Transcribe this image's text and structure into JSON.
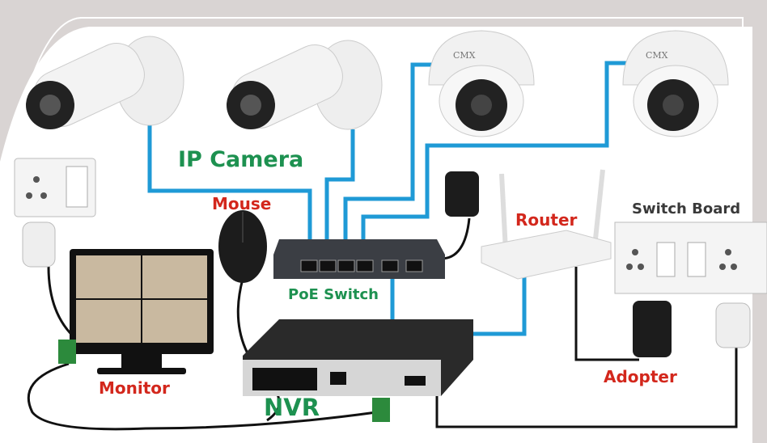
{
  "labels": {
    "ip_camera": "IP Camera",
    "mouse": "Mouse",
    "router": "Router",
    "switch_board": "Switch Board",
    "poe_switch": "PoE Switch",
    "monitor": "Monitor",
    "nvr": "NVR",
    "adopter": "Adopter"
  },
  "camera_brand": "CMX",
  "colors": {
    "background": "#d9d4d3",
    "panel": "#ffffff",
    "network_cable": "#1f9ad6",
    "power_cable": "#111111",
    "label_green": "#1d9150",
    "label_red": "#d3271c"
  }
}
